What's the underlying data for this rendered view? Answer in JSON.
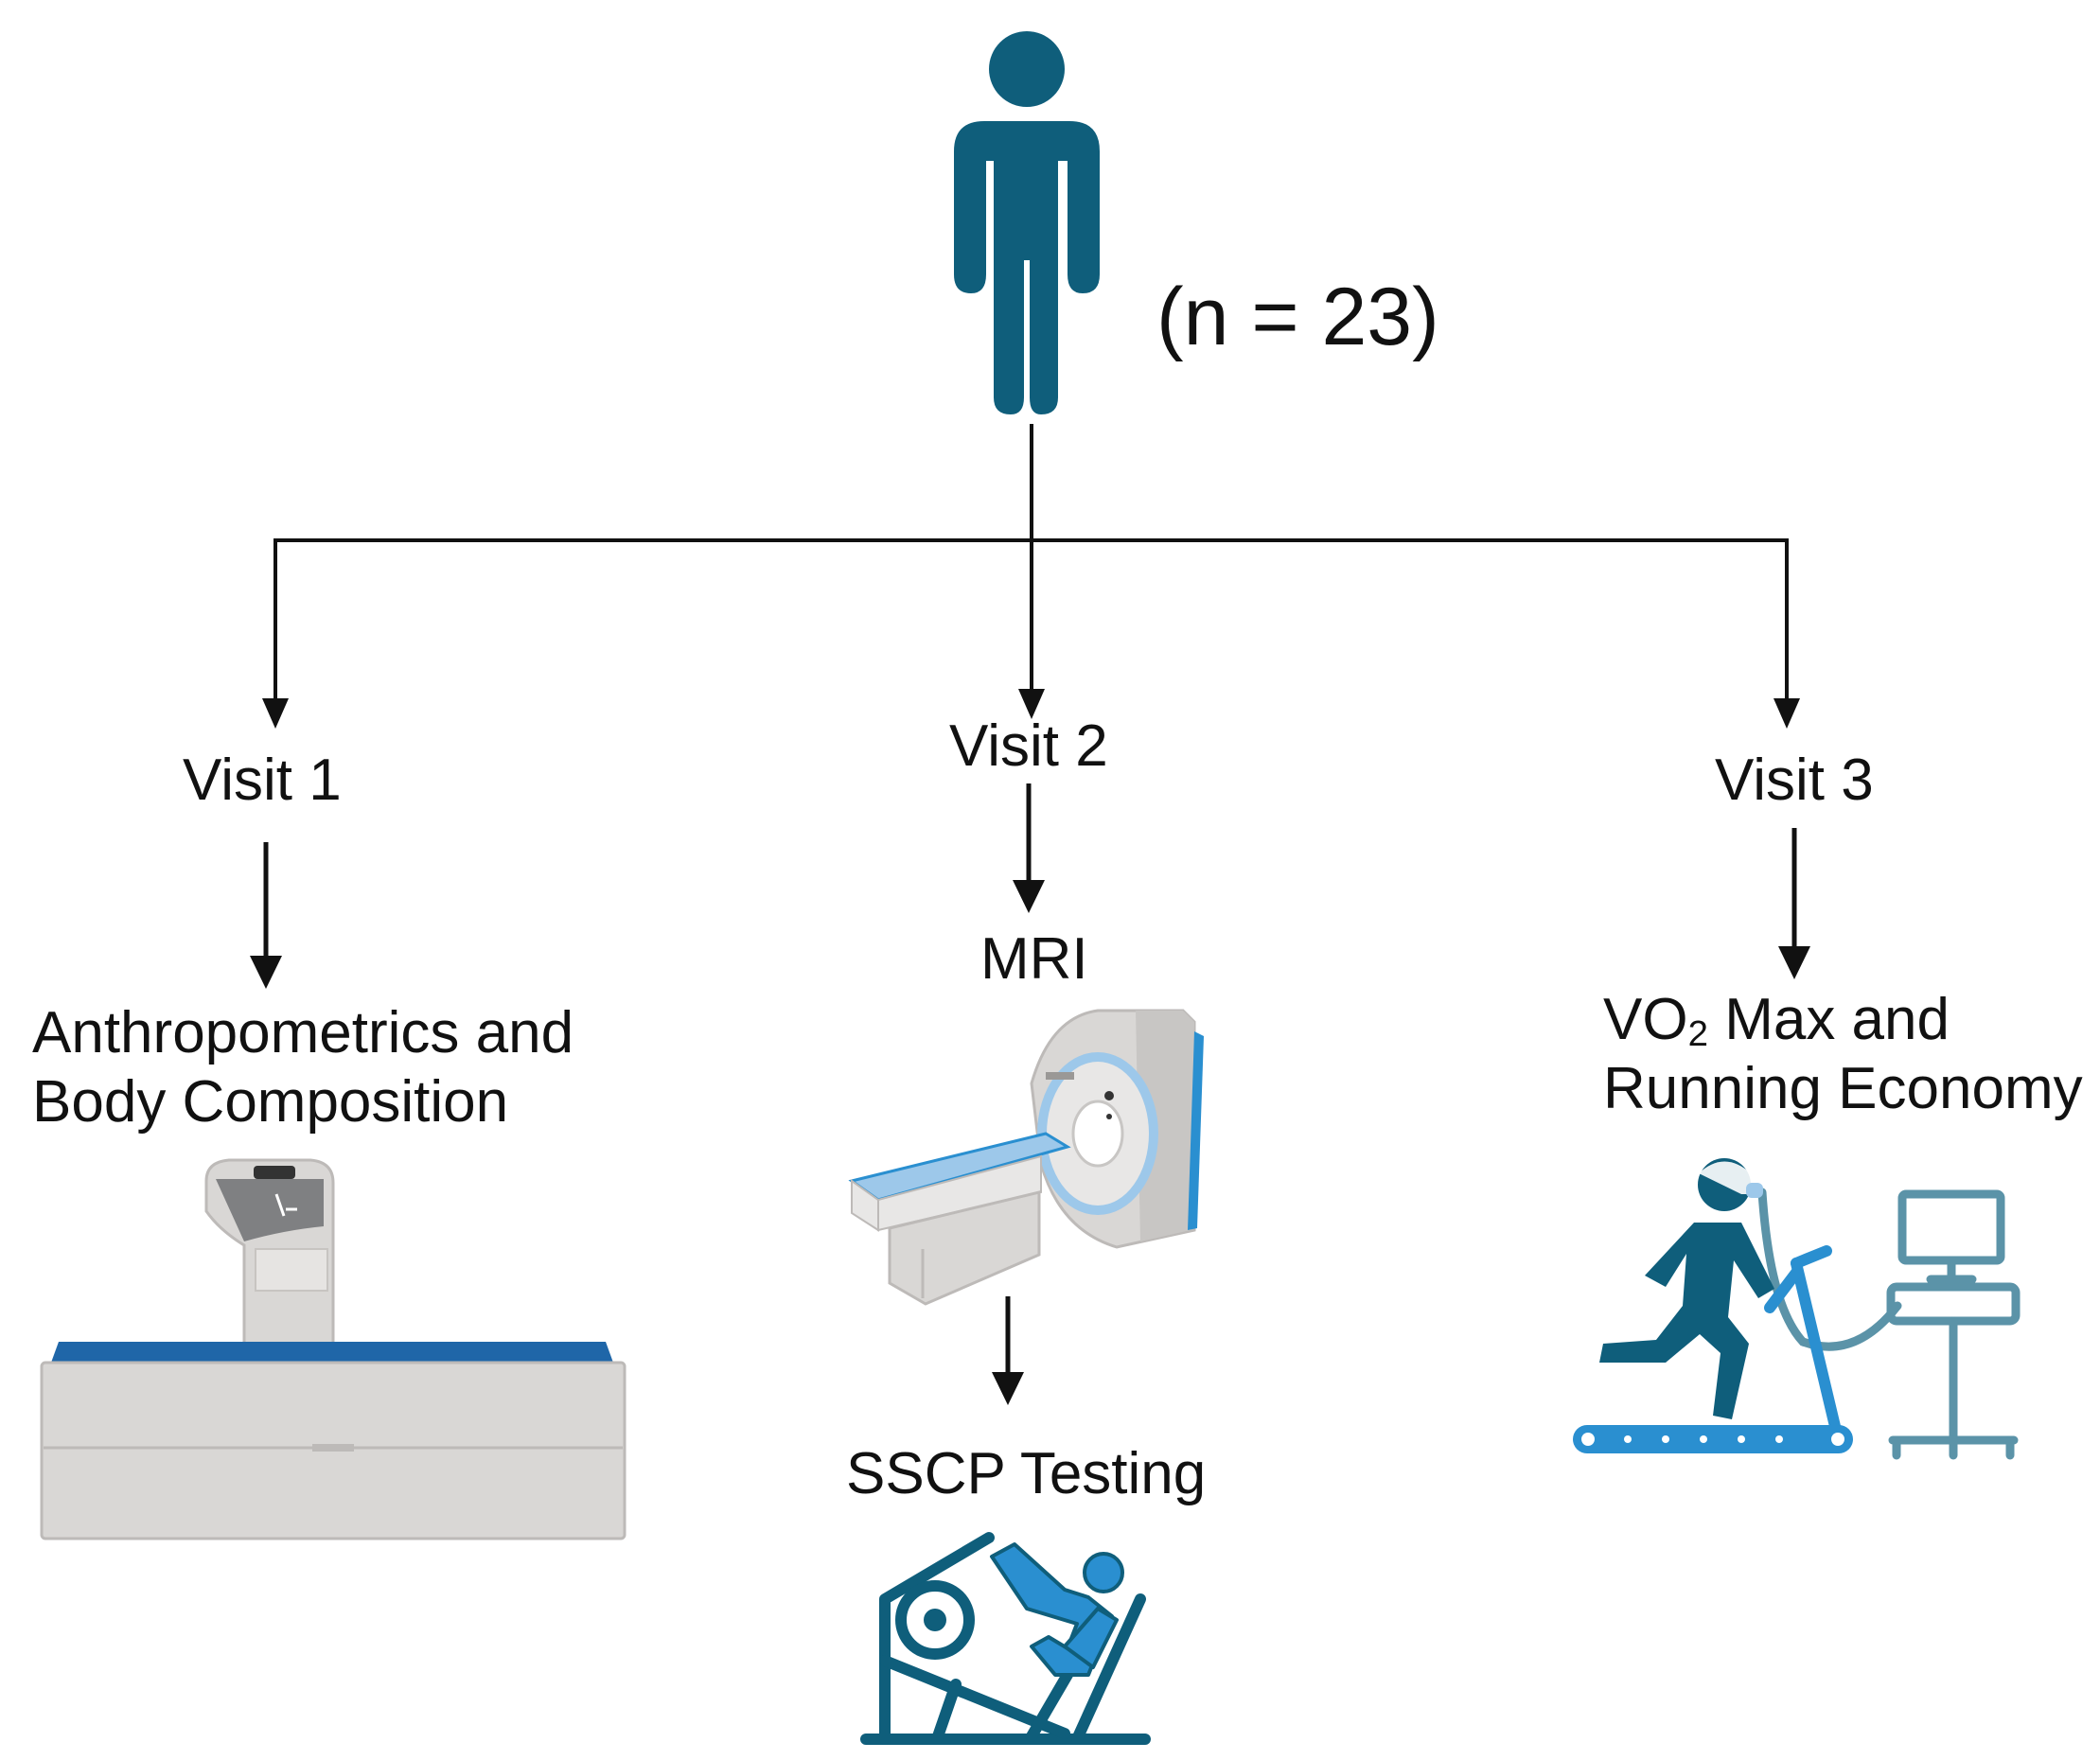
{
  "participants": {
    "label": "(n = 23)"
  },
  "visits": [
    {
      "label": "Visit 1",
      "measure_line1": "Anthropometrics and",
      "measure_line2": "Body Composition",
      "icon": "dexa-scanner-icon"
    },
    {
      "label": "Visit 2",
      "measure": "MRI",
      "icon": "mri-scanner-icon",
      "followup": "SSCP Testing",
      "followup_icon": "leg-press-icon"
    },
    {
      "label": "Visit 3",
      "measure_prefix": "VO",
      "measure_subscript": "2",
      "measure_suffix": " Max and",
      "measure_line2": "Running Economy",
      "icon": "treadmill-metabolic-cart-icon"
    }
  ],
  "colors": {
    "person": "#0f5e7b",
    "accent_blue": "#2a8fd0",
    "dexa_top": "#1f66a8",
    "machine_gray": "#d9d7d5",
    "lines": "#111111"
  }
}
